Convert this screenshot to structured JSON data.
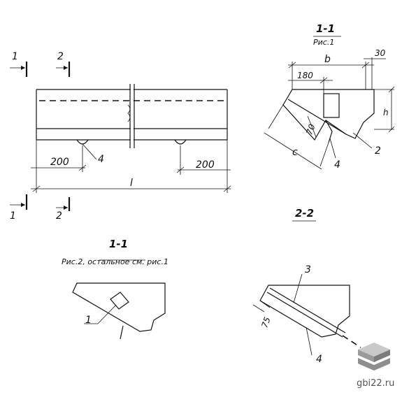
{
  "main_view": {
    "section_1_mark": "1",
    "section_2_mark": "2",
    "dim_left": "200",
    "dim_right": "200",
    "dim_length": "l",
    "callout_4": "4"
  },
  "section_1_fig1": {
    "title": "1-1",
    "subtitle": "Рис.1",
    "dim_b": "b",
    "dim_30": "30",
    "dim_180": "180",
    "dim_h": "h",
    "dim_70": "70",
    "dim_c": "c",
    "callout_2": "2",
    "callout_4": "4"
  },
  "section_2_2": {
    "title": "2-2",
    "callout_3": "3",
    "callout_4": "4",
    "dim_75": "75"
  },
  "section_1_fig2": {
    "title": "1-1",
    "subtitle": "Рис.2, остальное см. рис.1",
    "callout_1": "1"
  },
  "watermark": {
    "site": "gbi22.ru"
  }
}
